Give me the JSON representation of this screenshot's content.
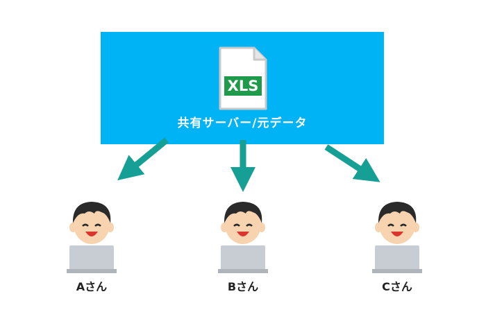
{
  "server": {
    "file_icon_label": "XLS",
    "label": "共有サーバー/元データ"
  },
  "users": [
    {
      "label": "Aさん"
    },
    {
      "label": "Bさん"
    },
    {
      "label": "Cさん"
    }
  ],
  "colors": {
    "server_box": "#00b3f5",
    "arrow": "#16a095",
    "xls_green": "#1f9a4a",
    "hair": "#2a2a2a",
    "skin": "#f7d3b0",
    "shirt": "#4f8fd6",
    "laptop": "#c8cdd3"
  }
}
